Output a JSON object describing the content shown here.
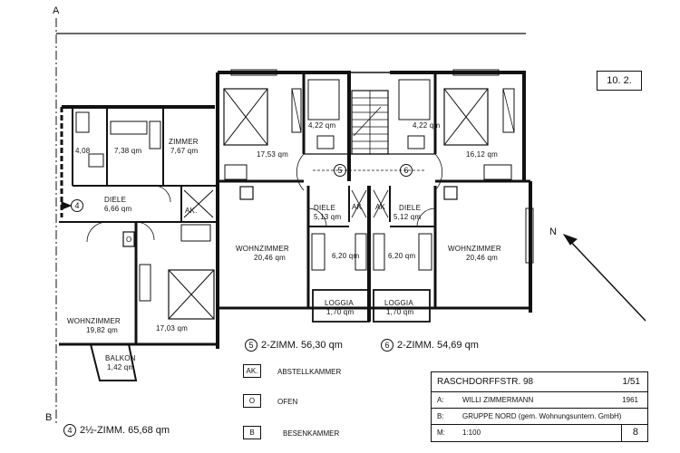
{
  "section": {
    "a": "A",
    "b": "B"
  },
  "ref_number": "10. 2.",
  "north": "N",
  "rooms": {
    "bad_left": "4,08",
    "kitchen_left": "7,38 qm",
    "zimmer_left": "ZIMMER",
    "zimmer_left_area": "7,67 qm",
    "diele_left": "DIELE",
    "diele_left_area": "6,66 qm",
    "ak_left": "AK.",
    "oven_left": "O",
    "bed_left": "17,03 qm",
    "wohn_left": "WOHNZIMMER",
    "wohn_left_area": "19,82 qm",
    "balkon": "BALKON",
    "balkon_area": "1,42 qm",
    "bed_mid": "17,53 qm",
    "bath_mid": "4,22 qm",
    "diele_mid": "DIELE",
    "diele_mid_area": "5,13 qm",
    "ak_mid": "AK",
    "kitchen_mid": "6,20 qm",
    "wohn_mid": "WOHNZIMMER",
    "wohn_mid_area": "20,46 qm",
    "loggia_mid": "LOGGIA",
    "loggia_mid_area": "1,70 qm",
    "bath_right": "4,22 qm",
    "bed_right": "16,12 qm",
    "diele_right": "DIELE",
    "diele_right_area": "5,12 qm",
    "ak_right": "AK",
    "kitchen_right": "6,20 qm",
    "wohn_right": "WOHNZIMMER",
    "wohn_right_area": "20,46 qm",
    "loggia_right": "LOGGIA",
    "loggia_right_area": "1,70 qm",
    "marker_4": "4",
    "marker_5": "5",
    "marker_6": "6"
  },
  "apartments": {
    "a4_num": "4",
    "a4_text": "2½-ZIMM. 65,68 qm",
    "a5_num": "5",
    "a5_text": "2-ZIMM.  56,30 qm",
    "a6_num": "6",
    "a6_text": "2-ZIMM.  54,69 qm"
  },
  "legend": [
    {
      "key": "AK.",
      "text": "ABSTELLKAMMER"
    },
    {
      "key": "O",
      "text": "OFEN"
    },
    {
      "key": "B",
      "text": "BESENKAMMER"
    }
  ],
  "title_block": {
    "street": "RASCHDORFFSTR. 98",
    "sheet": "1/51",
    "a_label": "A:",
    "architect": "WILLI ZIMMERMANN",
    "year": "1961",
    "b_label": "B:",
    "builder": "GRUPPE NORD (gem. Wohnungsuntern. GmbH)",
    "m_label": "M:",
    "scale": "1:100",
    "page": "8"
  },
  "colors": {
    "ink": "#111111",
    "paper": "#ffffff"
  }
}
